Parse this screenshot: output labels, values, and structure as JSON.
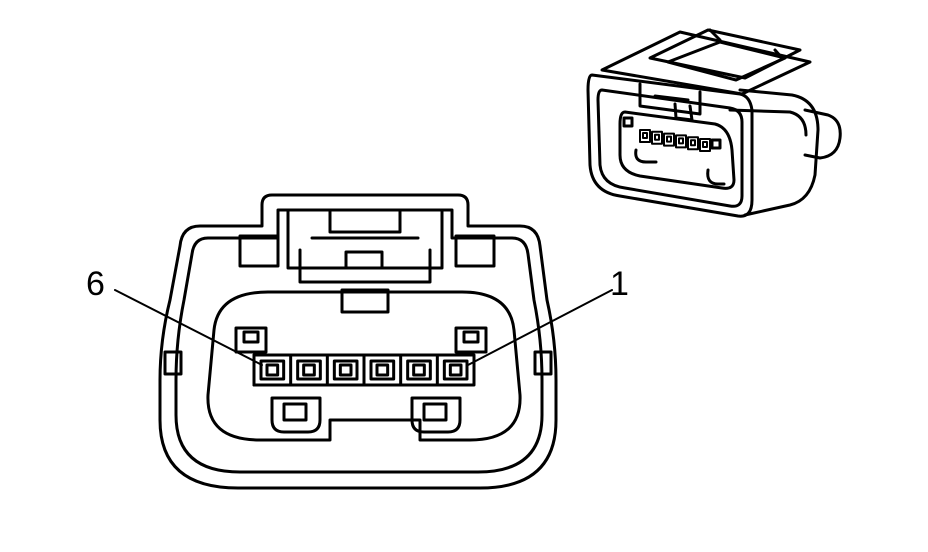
{
  "diagram": {
    "pin_labels": {
      "left": "6",
      "right": "1"
    },
    "terminal_count": 6,
    "colors": {
      "line": "#000000",
      "background": "#ffffff"
    }
  }
}
